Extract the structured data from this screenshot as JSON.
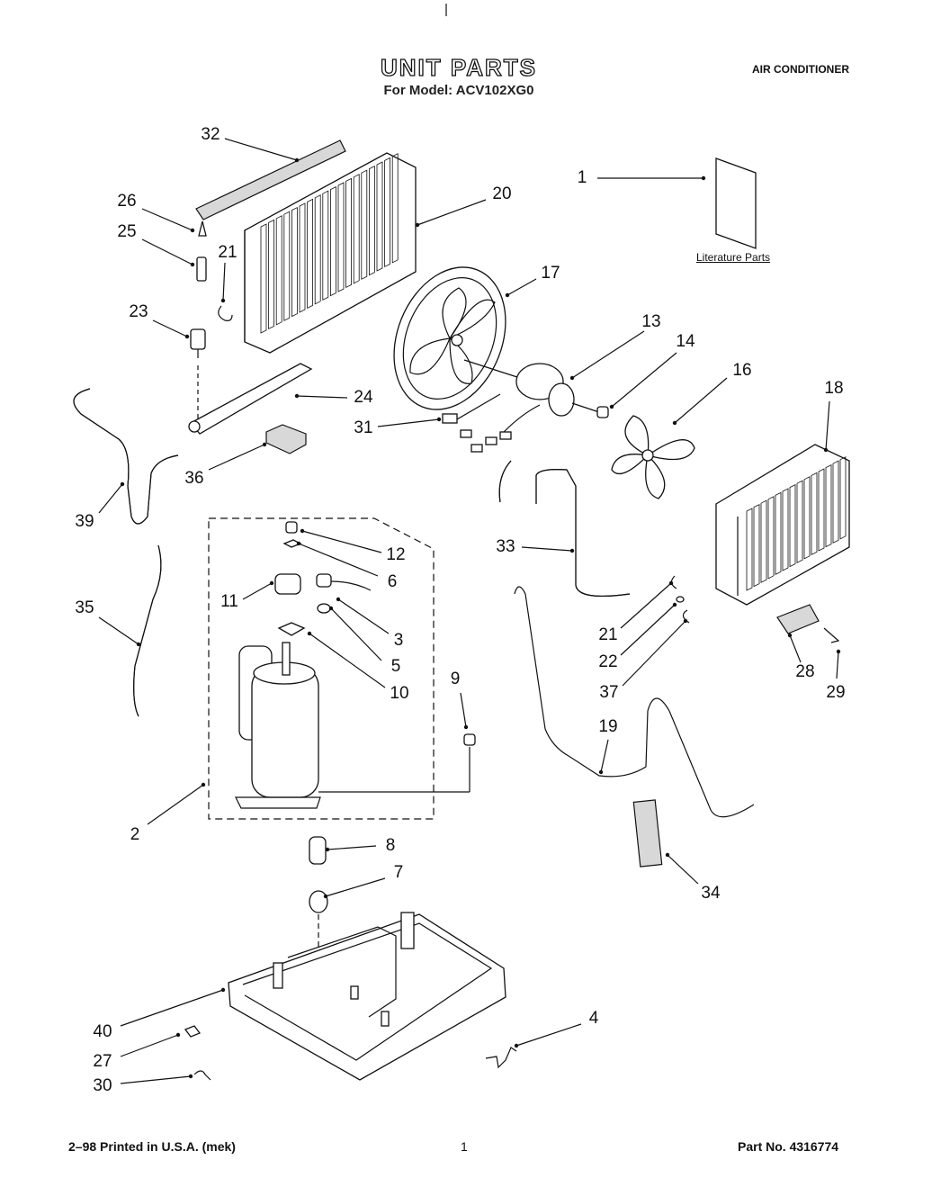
{
  "header": {
    "title": "UNIT PARTS",
    "subtitle": "For Model: ACV102XG0",
    "category": "AIR CONDITIONER"
  },
  "literature": {
    "label": "Literature Parts"
  },
  "callouts": [
    {
      "id": "c32",
      "num": "32"
    },
    {
      "id": "c26",
      "num": "26"
    },
    {
      "id": "c25",
      "num": "25"
    },
    {
      "id": "c21a",
      "num": "21"
    },
    {
      "id": "c23",
      "num": "23"
    },
    {
      "id": "c20",
      "num": "20"
    },
    {
      "id": "c1",
      "num": "1"
    },
    {
      "id": "c17",
      "num": "17"
    },
    {
      "id": "c13",
      "num": "13"
    },
    {
      "id": "c14",
      "num": "14"
    },
    {
      "id": "c16",
      "num": "16"
    },
    {
      "id": "c18",
      "num": "18"
    },
    {
      "id": "c24",
      "num": "24"
    },
    {
      "id": "c31",
      "num": "31"
    },
    {
      "id": "c36",
      "num": "36"
    },
    {
      "id": "c39",
      "num": "39"
    },
    {
      "id": "c12",
      "num": "12"
    },
    {
      "id": "c6",
      "num": "6"
    },
    {
      "id": "c11",
      "num": "11"
    },
    {
      "id": "c35",
      "num": "35"
    },
    {
      "id": "c3",
      "num": "3"
    },
    {
      "id": "c5",
      "num": "5"
    },
    {
      "id": "c10",
      "num": "10"
    },
    {
      "id": "c9",
      "num": "9"
    },
    {
      "id": "c33",
      "num": "33"
    },
    {
      "id": "c21b",
      "num": "21"
    },
    {
      "id": "c22",
      "num": "22"
    },
    {
      "id": "c37",
      "num": "37"
    },
    {
      "id": "c28",
      "num": "28"
    },
    {
      "id": "c29",
      "num": "29"
    },
    {
      "id": "c19",
      "num": "19"
    },
    {
      "id": "c2",
      "num": "2"
    },
    {
      "id": "c8",
      "num": "8"
    },
    {
      "id": "c7",
      "num": "7"
    },
    {
      "id": "c34",
      "num": "34"
    },
    {
      "id": "c40",
      "num": "40"
    },
    {
      "id": "c27",
      "num": "27"
    },
    {
      "id": "c4",
      "num": "4"
    },
    {
      "id": "c30",
      "num": "30"
    }
  ],
  "footer": {
    "printed": "2–98 Printed in U.S.A. (mek)",
    "page": "1",
    "part_no": "Part No. 4316774"
  }
}
